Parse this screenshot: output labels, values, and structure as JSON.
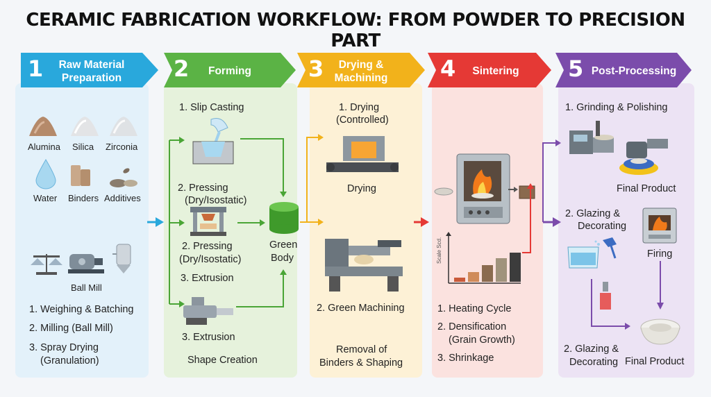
{
  "title": "CERAMIC FABRICATION WORKFLOW: FROM POWDER TO PRECISION PART",
  "colors": {
    "stage1": "#29a8dc",
    "stage2": "#5bb345",
    "stage3": "#f2b21b",
    "stage4": "#e53935",
    "stage5": "#7b4cab"
  },
  "stages": [
    {
      "num": "1",
      "label_line1": "Raw Material",
      "label_line2": "Preparation"
    },
    {
      "num": "2",
      "label": "Forming"
    },
    {
      "num": "3",
      "label_line1": "Drying &",
      "label_line2": "Machining"
    },
    {
      "num": "4",
      "label": "Sintering"
    },
    {
      "num": "5",
      "label": "Post-Processing"
    }
  ],
  "stage1": {
    "materials": [
      "Alumina",
      "Silica",
      "Zirconia",
      "Water",
      "Binders",
      "Additives"
    ],
    "ball_mill": "Ball Mill",
    "steps": [
      "1. Weighing & Batching",
      "2. Milling (Ball Mill)",
      "3. Spray Drying",
      "(Granulation)"
    ]
  },
  "stage2": {
    "slip_casting": "1. Slip Casting",
    "pressing_a1": "2. Pressing",
    "pressing_a2": "(Dry/Isostatic)",
    "pressing_b1": "2. Pressing",
    "pressing_b2": "(Dry/Isostatic)",
    "extrusion_a": "3. Extrusion",
    "extrusion_b": "3. Extrusion",
    "green_body1": "Green",
    "green_body2": "Body",
    "footer": "Shape Creation"
  },
  "stage3": {
    "drying1": "1. Drying",
    "drying2": "(Controlled)",
    "drying_caption": "Drying",
    "green_machining": "2. Green Machining",
    "footer1": "Removal of",
    "footer2": "Binders & Shaping"
  },
  "stage4": {
    "chart_label": "Scale Scd.",
    "steps": [
      "1. Heating Cycle",
      "2. Densification",
      "(Grain Growth)",
      "3. Shrinkage"
    ]
  },
  "stage5": {
    "grinding": "1. Grinding & Polishing",
    "final_product_a": "Final Product",
    "glazing_a1": "2. Glazing &",
    "glazing_a2": "Decorating",
    "firing": "Firing",
    "glazing_b1": "2. Glazing &",
    "glazing_b2": "Decorating",
    "final_product_b": "Final Product"
  }
}
